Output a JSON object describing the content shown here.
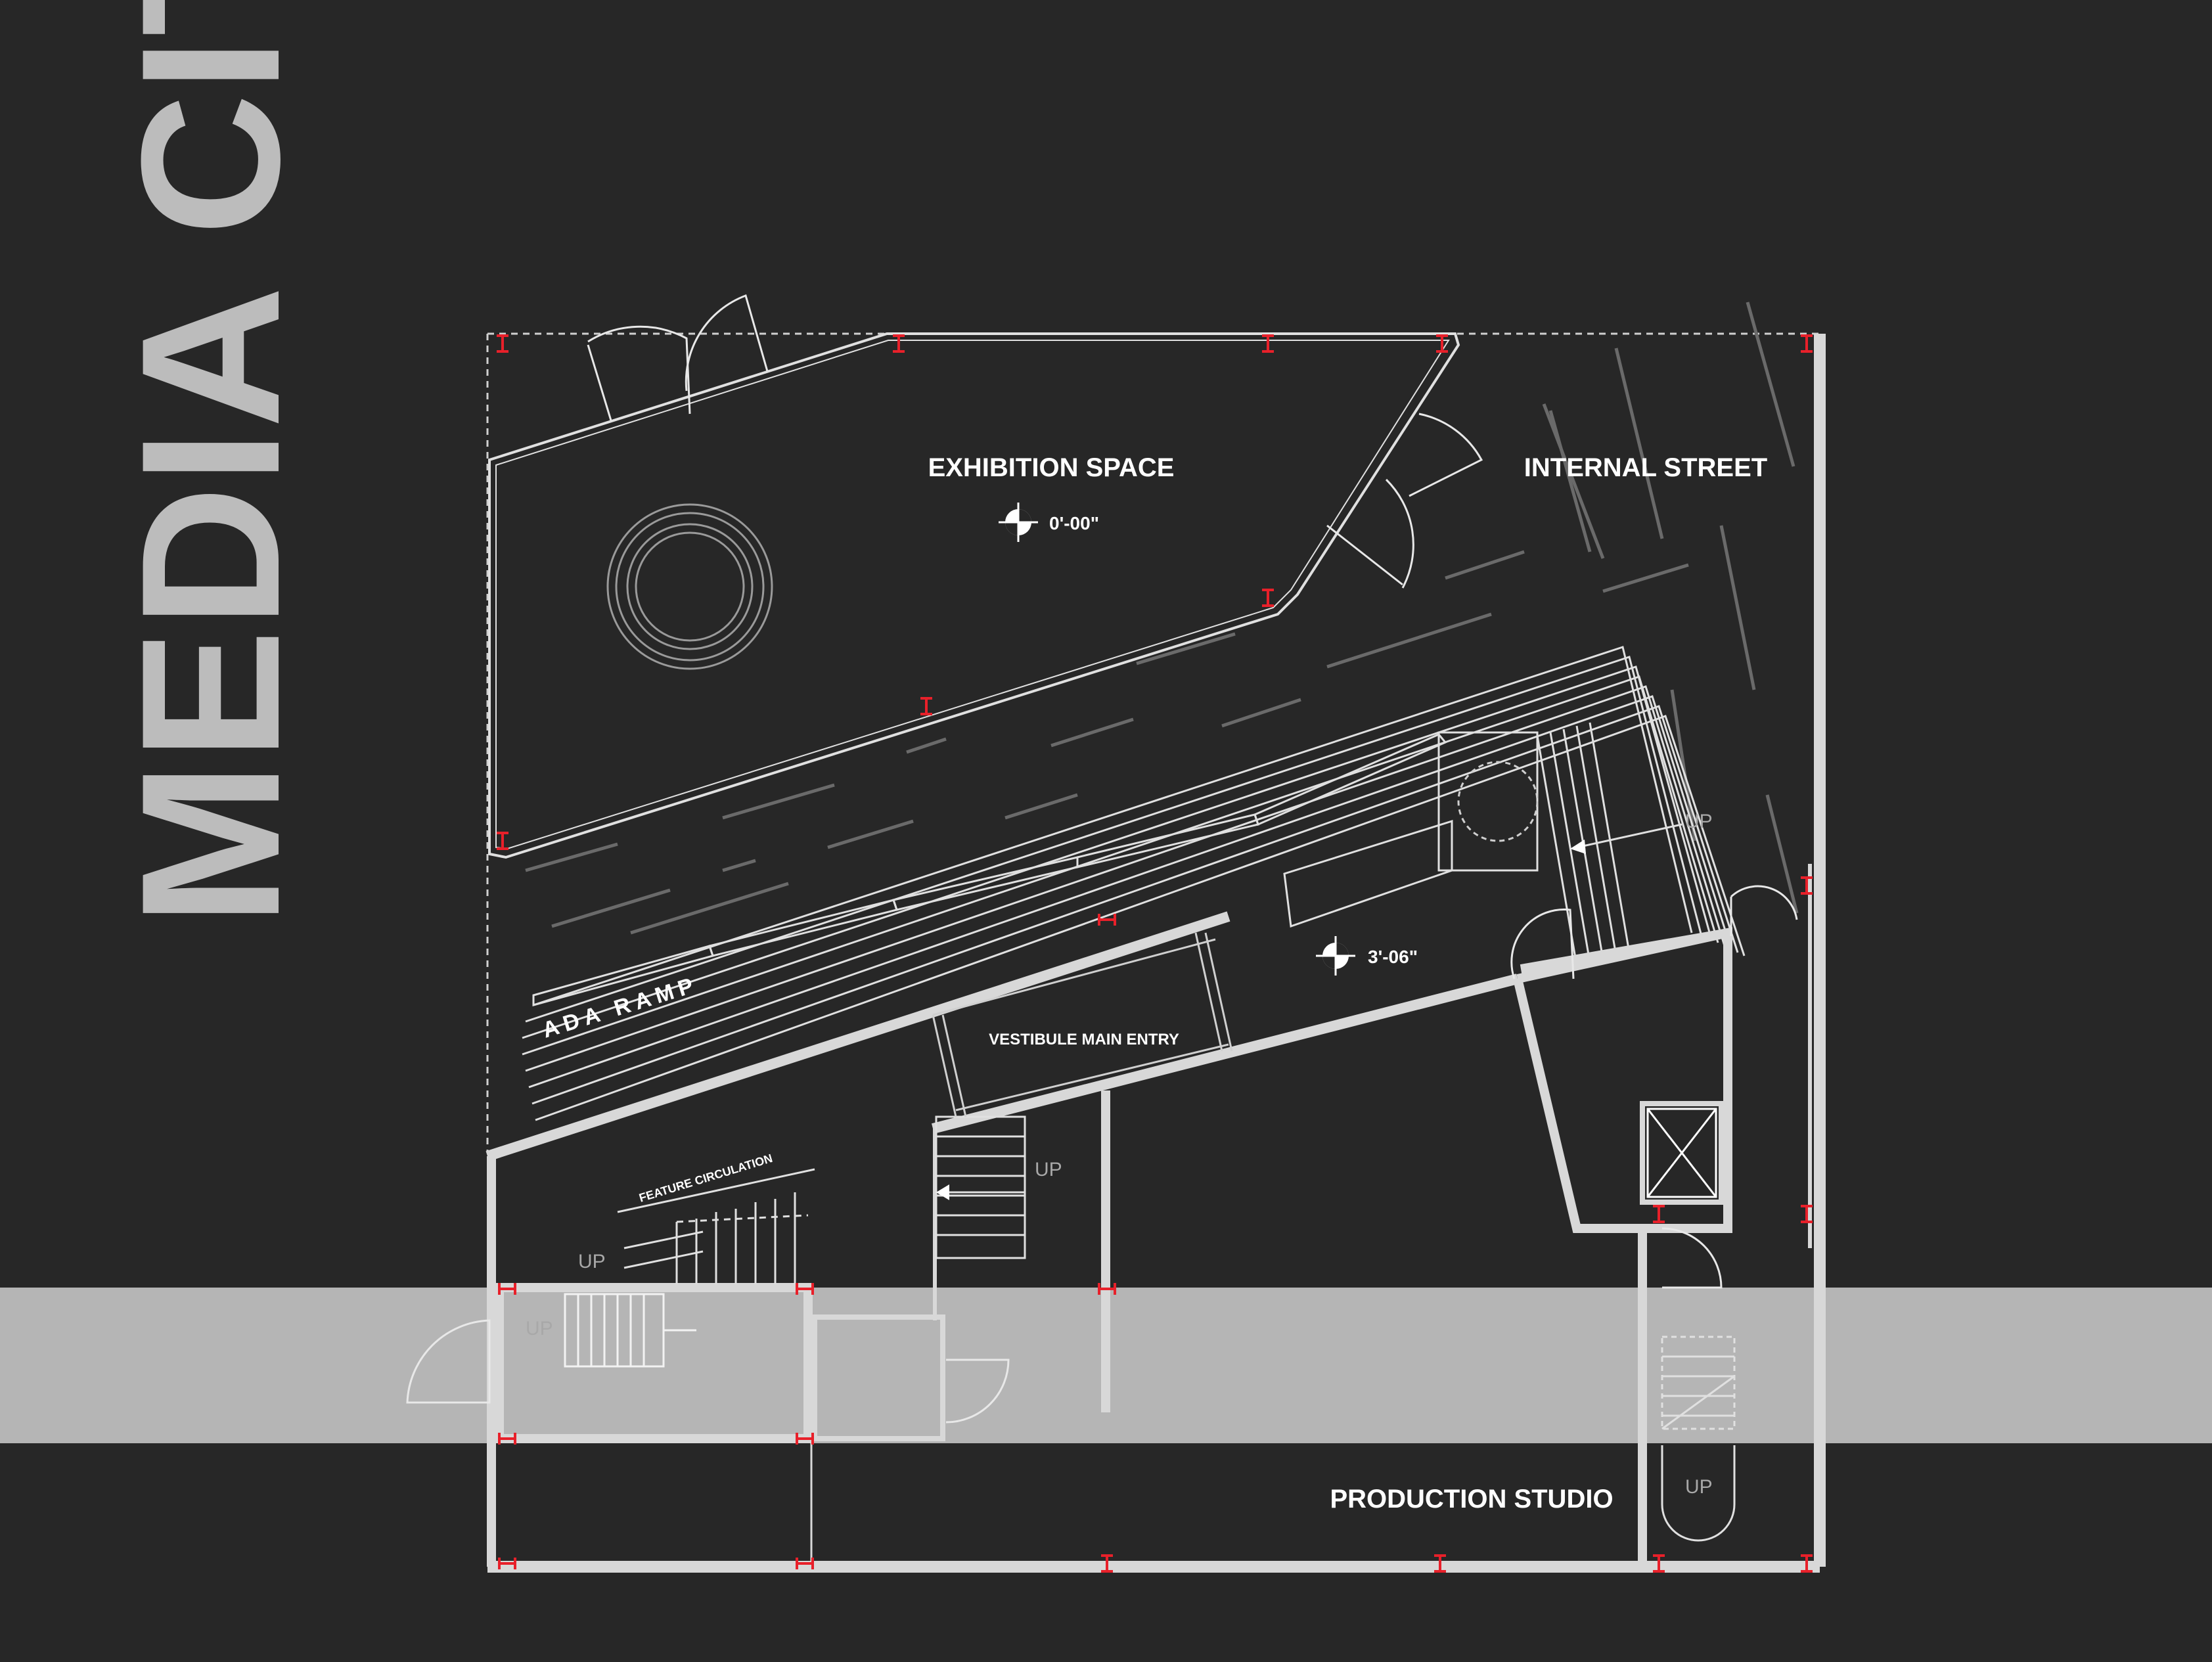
{
  "title": "MEDIA CITY",
  "rooms": {
    "exhibition": "EXHIBITION SPACE",
    "internal_street": "INTERNAL STREET",
    "vestibule": "VESTIBULE MAIN ENTRY",
    "ramp": "ADA RAMP",
    "feature": "FEATURE CIRCULATION",
    "production": "PRODUCTION STUDIO"
  },
  "elevations": {
    "main": "0'-00\"",
    "upper": "3'-06\""
  },
  "stair_label": "UP",
  "colors": {
    "background": "#272727",
    "title": "#bcbcbc",
    "band": "#b5b5b5",
    "wall": "#d8d8d8",
    "column_marker": "#e8202a"
  }
}
